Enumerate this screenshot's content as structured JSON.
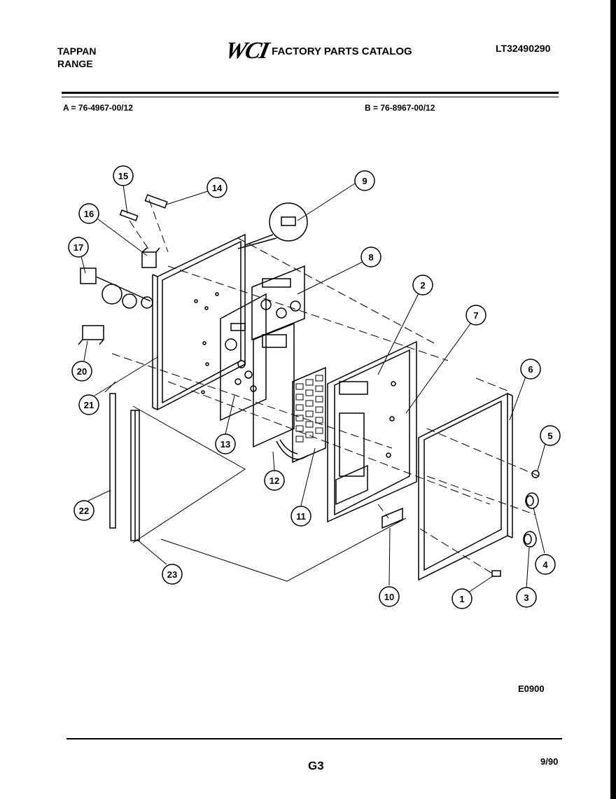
{
  "header": {
    "brand_line1": "TAPPAN",
    "brand_line2": "RANGE",
    "logo_text": "WCI",
    "catalog_title": "FACTORY PARTS CATALOG",
    "catalog_number": "LT32490290"
  },
  "models": {
    "a": "A = 76-4967-00/12",
    "b": "B = 76-8967-00/12"
  },
  "callouts": [
    "1",
    "2",
    "3",
    "4",
    "5",
    "6",
    "7",
    "8",
    "9",
    "10",
    "11",
    "12",
    "13",
    "14",
    "15",
    "16",
    "17",
    "20",
    "21",
    "22",
    "23"
  ],
  "footer": {
    "drawing_code": "E0900",
    "page_number": "G3",
    "date_code": "9/90"
  }
}
